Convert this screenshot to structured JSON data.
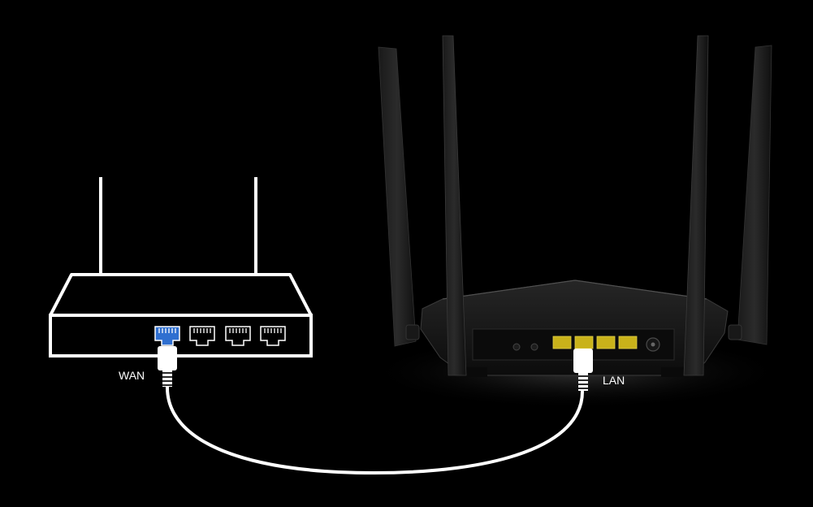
{
  "labels": {
    "wan": "WAN",
    "lan": "LAN"
  },
  "colors": {
    "background": "#000000",
    "outline": "#ffffff",
    "wan_port": "#2f6fd0",
    "lan_port": "#c9b21a",
    "router_body": "#141414"
  },
  "outline_router": {
    "antenna_count": 2,
    "ports": [
      {
        "type": "wan",
        "highlighted": true
      },
      {
        "type": "lan",
        "highlighted": false
      },
      {
        "type": "lan",
        "highlighted": false
      },
      {
        "type": "lan",
        "highlighted": false
      }
    ]
  },
  "photo_router": {
    "antenna_count": 4,
    "lan_port_count": 4
  },
  "cable": {
    "from": "wan",
    "to": "lan"
  }
}
